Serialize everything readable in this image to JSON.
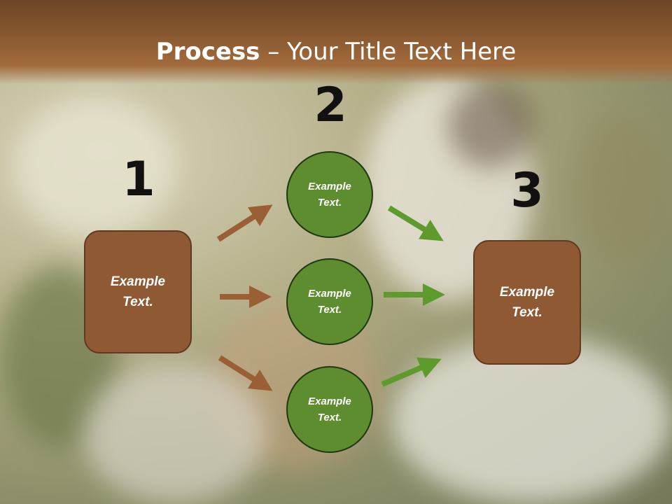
{
  "slide": {
    "title_bold": "Process",
    "title_rest": " – Your Title Text Here"
  },
  "steps": {
    "step1": {
      "number": "1",
      "text": "Example Text."
    },
    "step2": {
      "number": "2",
      "items": [
        {
          "text": "Example Text."
        },
        {
          "text": "Example Text."
        },
        {
          "text": "Example Text."
        }
      ]
    },
    "step3": {
      "number": "3",
      "text": "Example Text."
    }
  },
  "colors": {
    "header": "#8a5a31",
    "box_fill": "#8f5a33",
    "circle_fill": "#5e8d2f",
    "arrow_brown": "#9a5f35",
    "arrow_green": "#5e9a2c"
  }
}
